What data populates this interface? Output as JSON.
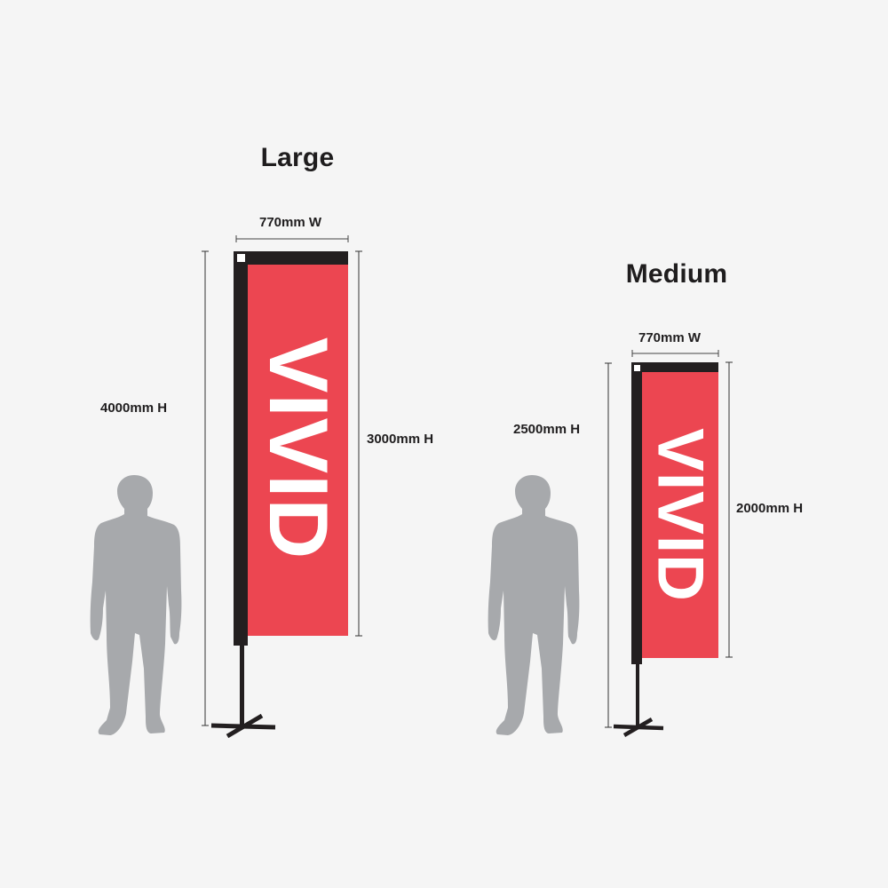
{
  "colors": {
    "background": "#f5f5f5",
    "flag_red": "#ec4651",
    "pole_black": "#231f20",
    "silhouette_gray": "#a7a9ac",
    "text": "#1f1d1e"
  },
  "flags": [
    {
      "size_name": "Large",
      "width_label": "770mm W",
      "total_height_label": "4000mm H",
      "flag_height_label": "3000mm H",
      "brand_text": "VIVID"
    },
    {
      "size_name": "Medium",
      "width_label": "770mm W",
      "total_height_label": "2500mm H",
      "flag_height_label": "2000mm H",
      "brand_text": "VIVID"
    }
  ]
}
